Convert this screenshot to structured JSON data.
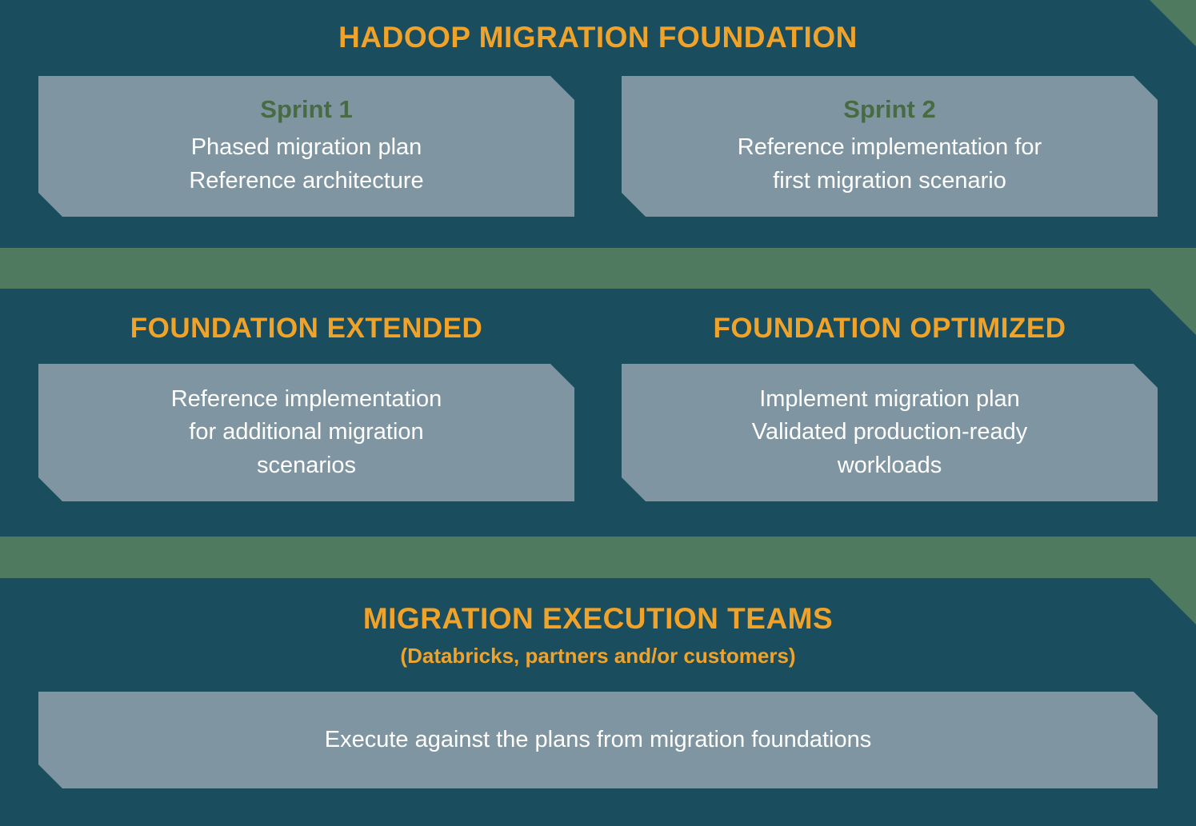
{
  "colors": {
    "background_green": "#507a60",
    "panel_teal": "#1a4d5d",
    "card_slate": "#7f96a2",
    "heading_orange": "#f0a32a",
    "sprint_green": "#476c44",
    "body_text": "#ffffff"
  },
  "foundation": {
    "title": "HADOOP MIGRATION FOUNDATION",
    "sprint1": {
      "label": "Sprint 1",
      "lines": [
        "Phased migration plan",
        "Reference architecture"
      ]
    },
    "sprint2": {
      "label": "Sprint 2",
      "lines": [
        "Reference implementation for",
        "first migration scenario"
      ]
    }
  },
  "extended": {
    "title": "FOUNDATION EXTENDED",
    "lines": [
      "Reference implementation",
      "for additional migration",
      "scenarios"
    ]
  },
  "optimized": {
    "title": "FOUNDATION OPTIMIZED",
    "lines": [
      "Implement migration plan",
      "Validated production-ready",
      "workloads"
    ]
  },
  "execution": {
    "title": "MIGRATION EXECUTION TEAMS",
    "subtitle": "(Databricks, partners and/or customers)",
    "body": "Execute against the plans from migration foundations"
  }
}
